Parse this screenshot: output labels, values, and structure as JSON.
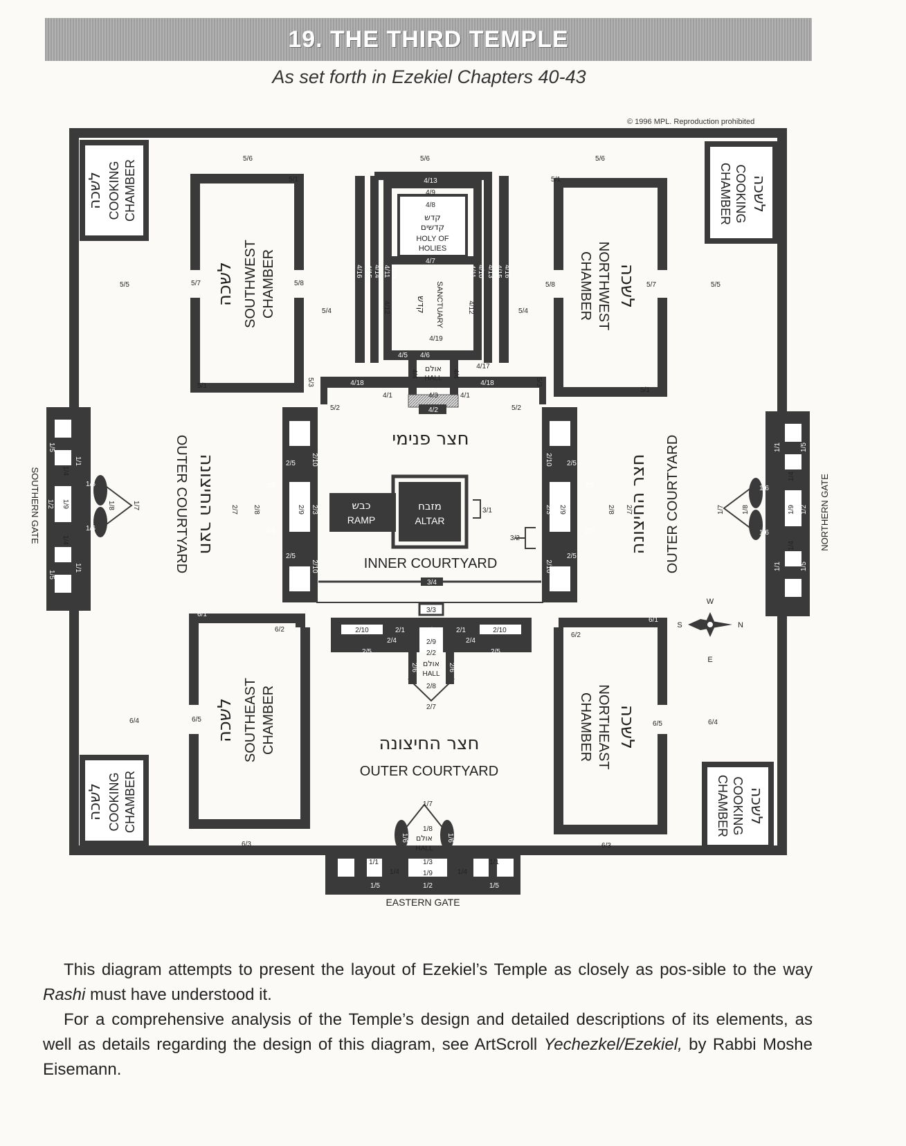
{
  "header": {
    "title": "19. THE THIRD TEMPLE",
    "subtitle": "As set forth in Ezekiel Chapters 40-43",
    "copyright": "© 1996 MPL. Reproduction prohibited"
  },
  "diagram": {
    "cooking_chamber_heb": "לשכה",
    "cooking_chamber_en": "COOKING",
    "cooking_chamber_en2": "CHAMBER",
    "southwest_heb": "לשכה",
    "southwest_en": "SOUTHWEST",
    "southwest_en2": "CHAMBER",
    "northwest_heb": "לשכה",
    "northwest_en": "NORTHWEST",
    "northwest_en2": "CHAMBER",
    "southeast_heb": "לשכה",
    "southeast_en": "SOUTHEAST",
    "southeast_en2": "CHAMBER",
    "northeast_heb": "לשכה",
    "northeast_en": "NORTHEAST",
    "northeast_en2": "CHAMBER",
    "holy_of_holies_heb1": "קדש",
    "holy_of_holies_heb2": "קדשים",
    "holy_of_holies_en1": "HOLY OF",
    "holy_of_holies_en2": "HOLIES",
    "sanctuary_heb": "קדש",
    "sanctuary_en": "SANCTUARY",
    "hall_heb": "אולם",
    "hall_en": "HALL",
    "inner_courtyard_heb": "חצר פנימי",
    "inner_courtyard_en": "INNER COURTYARD",
    "outer_courtyard_heb": "חצר החיצונה",
    "outer_courtyard_en": "OUTER COURTYARD",
    "ramp_heb": "כבש",
    "ramp_en": "RAMP",
    "altar_heb": "מזבח",
    "altar_en": "ALTAR",
    "southern_gate": "SOUTHERN GATE",
    "northern_gate": "NORTHERN GATE",
    "eastern_gate": "EASTERN GATE",
    "compass": {
      "w": "W",
      "s": "S",
      "n": "N",
      "e": "E"
    },
    "refs": {
      "r5_6": "5/6",
      "r5_1": "5/1",
      "r5_5": "5/5",
      "r5_7": "5/7",
      "r5_8": "5/8",
      "r5_4": "5/4",
      "r5_3": "5/3",
      "r5_2": "5/2",
      "r4_13": "4/13",
      "r4_9": "4/9",
      "r4_8": "4/8",
      "r4_7": "4/7",
      "r4_16": "4/16",
      "r4_15": "4/15",
      "r4_14": "4/14",
      "r4_13b": "4/13",
      "r4_11": "4/11",
      "r4_10": "4/10",
      "r4_12": "4/12",
      "r4_19": "4/19",
      "r4_5": "4/5",
      "r4_6": "4/6",
      "r4_17": "4/17",
      "r4_18": "4/18",
      "r4_4": "4/4",
      "r4_1": "4/1",
      "r4_3": "4/3",
      "r4_2": "4/2",
      "r3_4": "3/4",
      "r3_1": "3/1",
      "r3_2": "3/2",
      "r3_3": "3/3",
      "r2_10": "2/10",
      "r2_1": "2/1",
      "r2_3": "2/3",
      "r2_4": "2/4",
      "r2_9": "2/9",
      "r2_2": "2/2",
      "r2_5": "2/5",
      "r2_6": "2/6",
      "r2_8": "2/8",
      "r2_7": "2/7",
      "r6_1": "6/1",
      "r6_2": "6/2",
      "r6_4": "6/4",
      "r6_5": "6/5",
      "r6_3": "6/3",
      "r1_1": "1/1",
      "r1_4": "1/4",
      "r1_5": "1/5",
      "r1_3": "1/3",
      "r1_9": "1/9",
      "r1_2": "1/2",
      "r1_6": "1/6",
      "r1_8": "1/8",
      "r1_7": "1/7"
    }
  },
  "caption": {
    "p1_a": "This diagram attempts to present the layout of Ezekiel’s Temple as closely as pos-sible to the way ",
    "p1_italic": "Rashi",
    "p1_b": " must have understood it.",
    "p2_a": "For a comprehensive analysis of the Temple’s design and detailed descriptions of its elements, as well as details regarding the design of this diagram, see ArtScroll ",
    "p2_italic": "Yechezkel/Ezekiel,",
    "p2_b": " by Rabbi Moshe Eisemann."
  }
}
